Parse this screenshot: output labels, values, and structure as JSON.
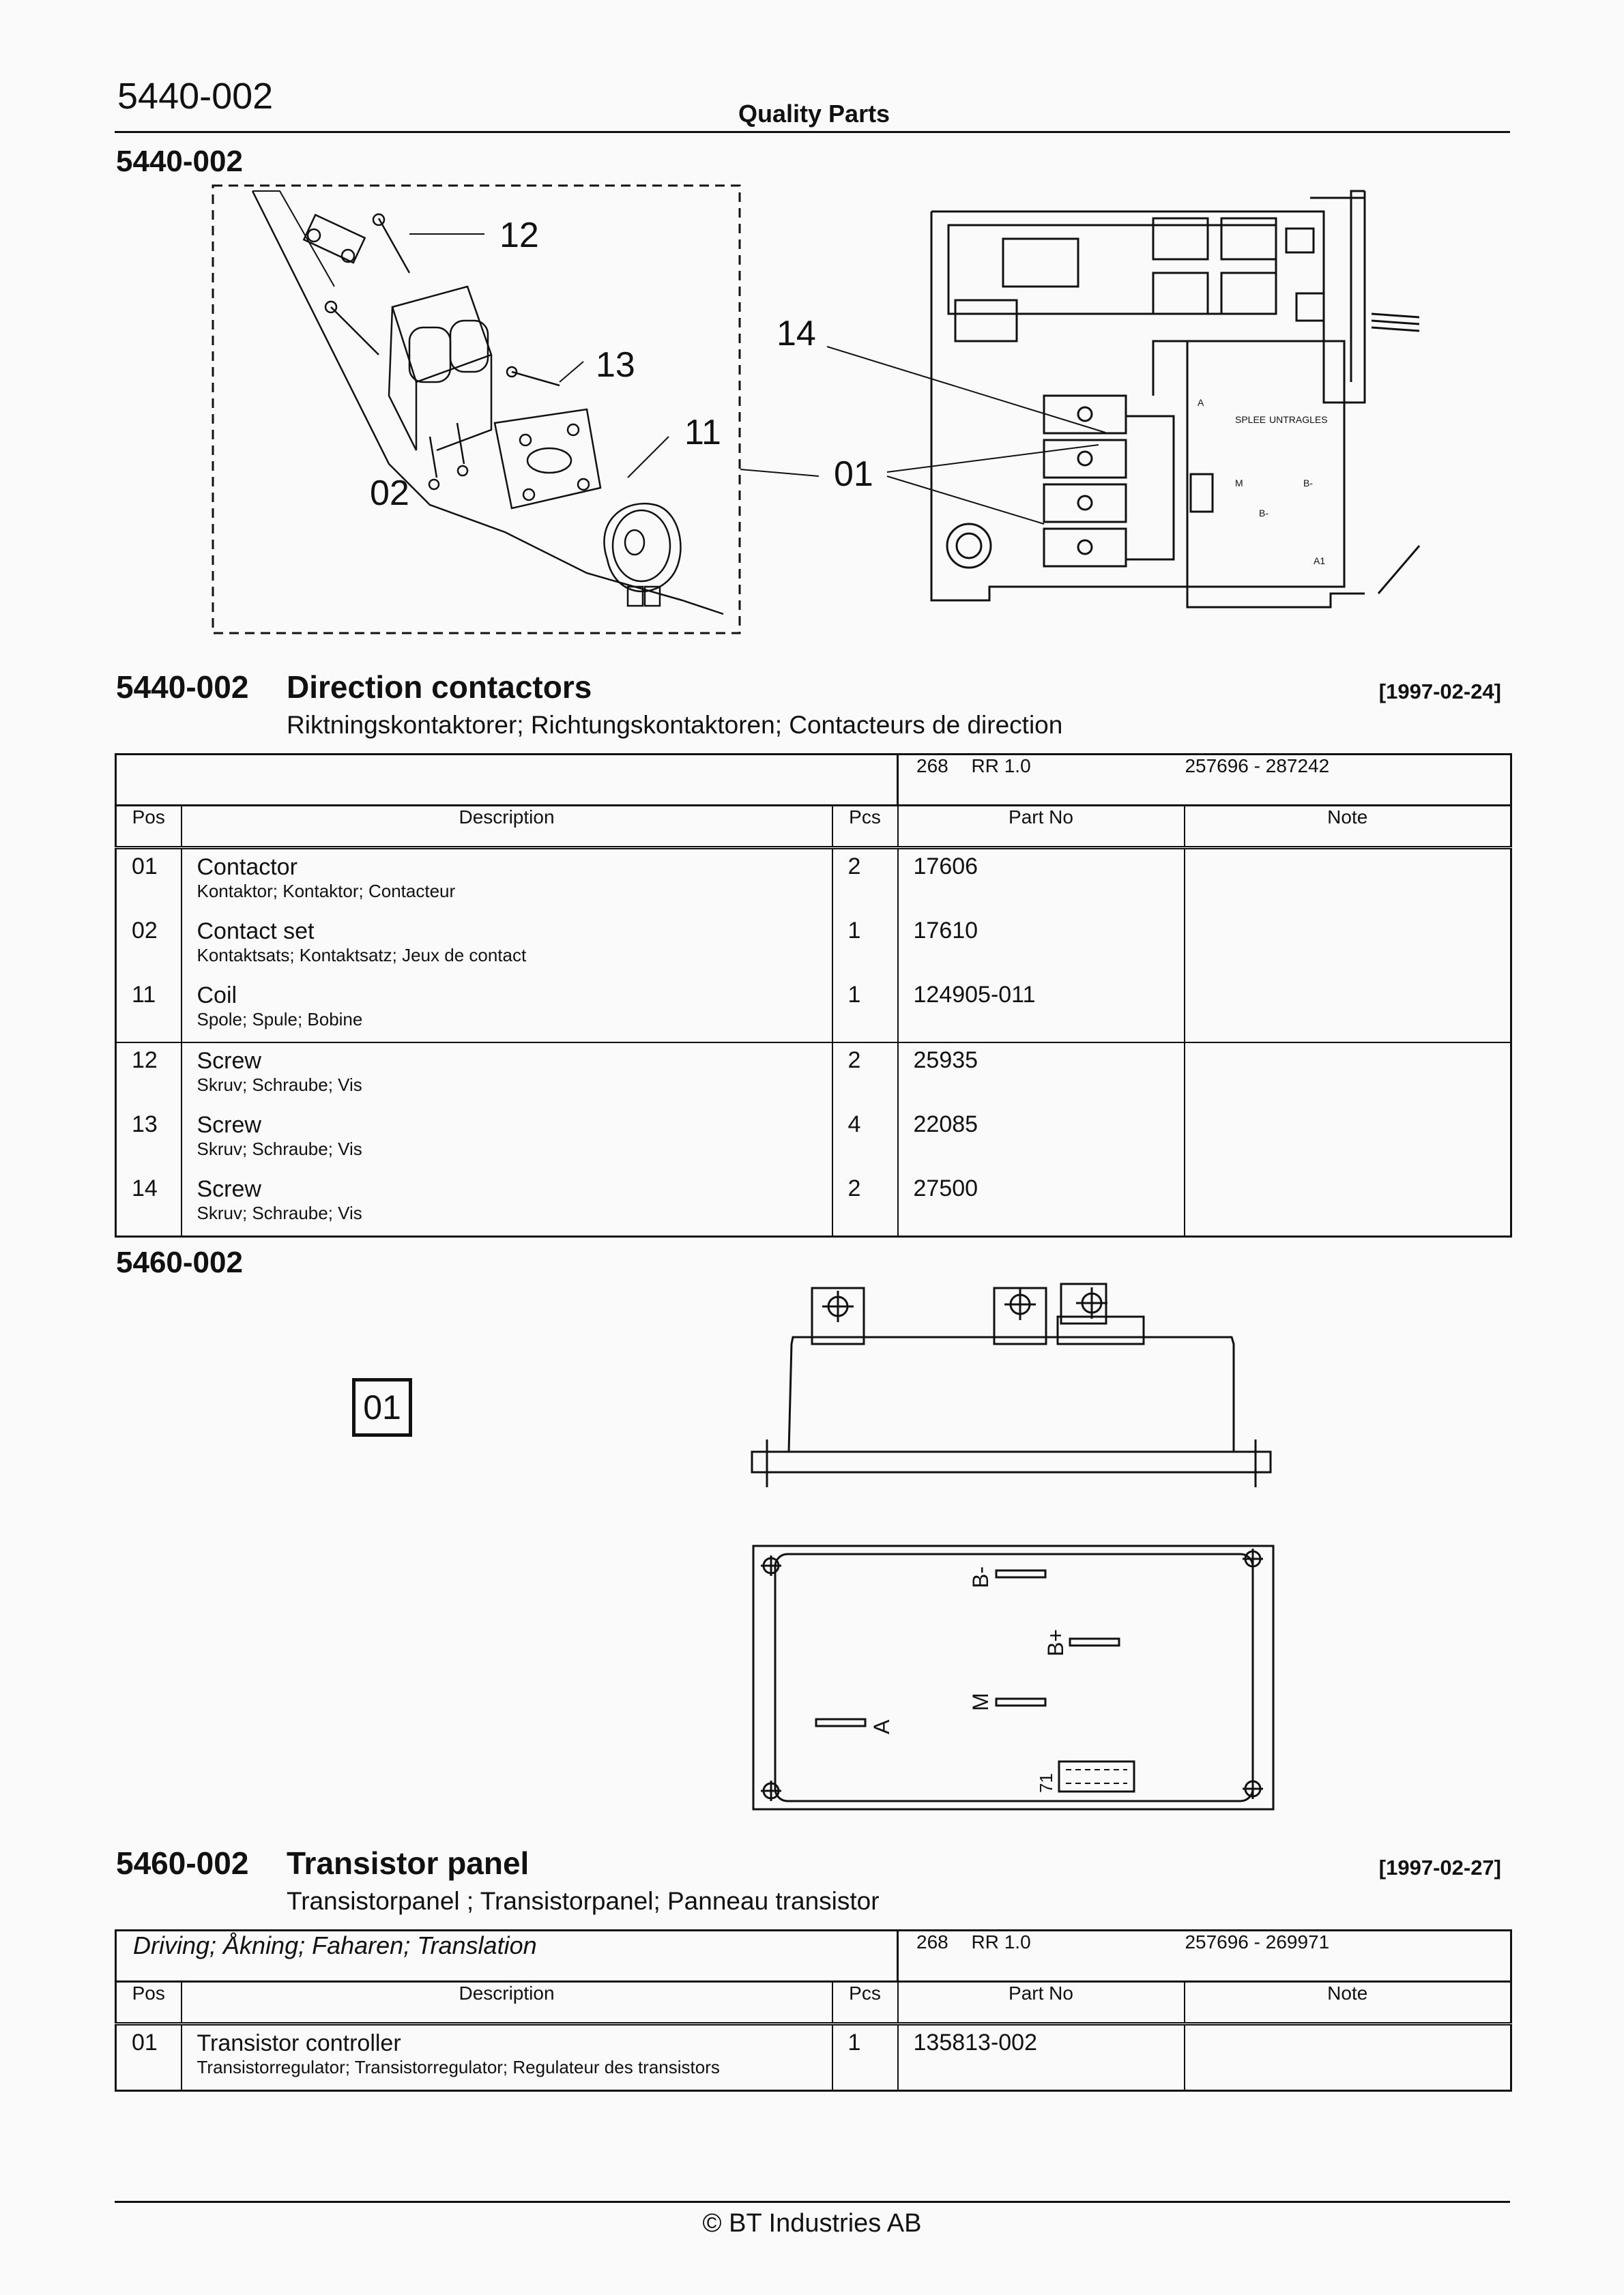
{
  "header": {
    "page_number": "5440-002",
    "brand": "Quality Parts"
  },
  "section1": {
    "figure_label": "5440-002",
    "callouts": [
      "12",
      "13",
      "11",
      "02",
      "14",
      "01"
    ],
    "code": "5440-002",
    "title": "Direction contactors",
    "date": "[1997-02-24]",
    "subtitle": "Riktningskontaktorer; Richtungskontaktoren; Contacteurs de direction",
    "table": {
      "header_left": "",
      "model": "268",
      "version": "RR 1.0",
      "serial_range": "257696 - 287242",
      "columns": [
        "Pos",
        "Description",
        "Pcs",
        "Part No",
        "Note"
      ],
      "rows": [
        {
          "pos": "01",
          "description": "Contactor",
          "translations": "Kontaktor; Kontaktor; Contacteur",
          "pcs": "2",
          "part_no": "17606",
          "note": ""
        },
        {
          "pos": "02",
          "description": "Contact set",
          "translations": "Kontaktsats; Kontaktsatz; Jeux de contact",
          "pcs": "1",
          "part_no": "17610",
          "note": ""
        },
        {
          "pos": "11",
          "description": "Coil",
          "translations": "Spole; Spule; Bobine",
          "pcs": "1",
          "part_no": "124905-011",
          "note": ""
        },
        {
          "pos": "12",
          "description": "Screw",
          "translations": "Skruv; Schraube; Vis",
          "pcs": "2",
          "part_no": "25935",
          "note": ""
        },
        {
          "pos": "13",
          "description": "Screw",
          "translations": "Skruv; Schraube; Vis",
          "pcs": "4",
          "part_no": "22085",
          "note": ""
        },
        {
          "pos": "14",
          "description": "Screw",
          "translations": "Skruv; Schraube; Vis",
          "pcs": "2",
          "part_no": "27500",
          "note": ""
        }
      ]
    }
  },
  "section2": {
    "figure_label": "5460-002",
    "callout": "01",
    "panel_labels": [
      "B-",
      "B+",
      "M",
      "A",
      "71"
    ],
    "code": "5460-002",
    "title": "Transistor panel",
    "date": "[1997-02-27]",
    "subtitle": "Transistorpanel ; Transistorpanel; Panneau transistor",
    "table": {
      "header_left": "Driving; Åkning; Faharen; Translation",
      "model": "268",
      "version": "RR 1.0",
      "serial_range": "257696 - 269971",
      "columns": [
        "Pos",
        "Description",
        "Pcs",
        "Part No",
        "Note"
      ],
      "rows": [
        {
          "pos": "01",
          "description": "Transistor controller",
          "translations": "Transistorregulator; Transistorregulator; Regulateur des transistors",
          "pcs": "1",
          "part_no": "135813-002",
          "note": ""
        }
      ]
    }
  },
  "footer": {
    "copyright": "© BT Industries AB"
  },
  "colors": {
    "text": "#111111",
    "background": "#fafafa"
  }
}
